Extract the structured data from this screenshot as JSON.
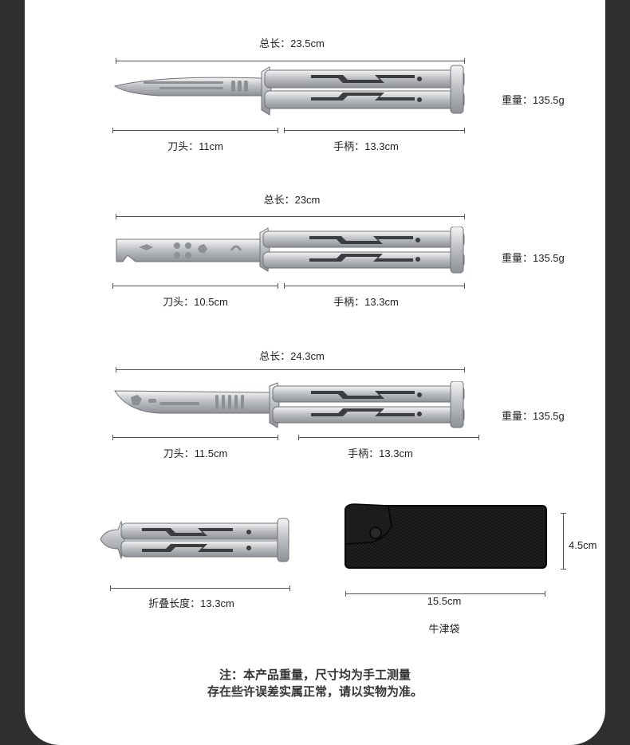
{
  "knives": [
    {
      "total": "总长：23.5cm",
      "blade": "刀头：11cm",
      "handle": "手柄：13.3cm",
      "weight": "重量：135.5g"
    },
    {
      "total": "总长：23cm",
      "blade": "刀头：10.5cm",
      "handle": "手柄：13.3cm",
      "weight": "重量：135.5g"
    },
    {
      "total": "总长：24.3cm",
      "blade": "刀头：11.5cm",
      "handle": "手柄：13.3cm",
      "weight": "重量：135.5g"
    }
  ],
  "folded": {
    "length": "折叠长度：13.3cm"
  },
  "pouch": {
    "width": "15.5cm",
    "height": "4.5cm",
    "name": "牛津袋"
  },
  "note": {
    "line1": "注：本产品重量，尺寸均为手工测量",
    "line2": "存在些许误差实属正常，请以实物为准。"
  },
  "colors": {
    "background": "#2f2f31",
    "panel": "#ffffff",
    "steel": "#c9cbce",
    "pouch": "#121212"
  }
}
